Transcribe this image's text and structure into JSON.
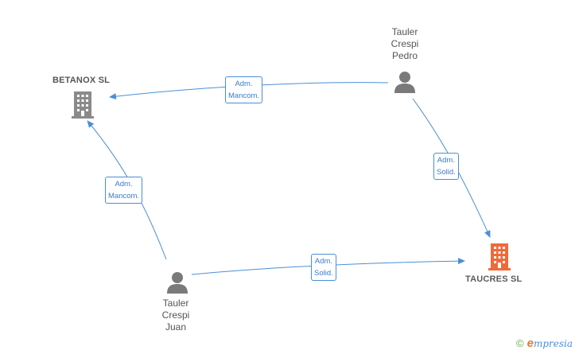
{
  "nodes": {
    "betanox": {
      "label": "BETANOX SL",
      "type": "company",
      "icon": "building-icon",
      "color": "#8a8a8a"
    },
    "taucres": {
      "label": "TAUCRES  SL",
      "type": "company",
      "icon": "building-icon",
      "color": "#ee6a3a"
    },
    "pedro": {
      "lines": [
        "Tauler",
        "Crespi",
        "Pedro"
      ],
      "type": "person",
      "icon": "person-icon",
      "color": "#7a7a7a"
    },
    "juan": {
      "lines": [
        "Tauler",
        "Crespi",
        "Juan"
      ],
      "type": "person",
      "icon": "person-icon",
      "color": "#7a7a7a"
    }
  },
  "edges": [
    {
      "from": "pedro",
      "to": "betanox",
      "label": [
        "Adm.",
        "Mancom."
      ]
    },
    {
      "from": "pedro",
      "to": "taucres",
      "label": [
        "Adm.",
        "Solid."
      ]
    },
    {
      "from": "juan",
      "to": "betanox",
      "label": [
        "Adm.",
        "Mancom."
      ]
    },
    {
      "from": "juan",
      "to": "taucres",
      "label": [
        "Adm.",
        "Solid."
      ]
    }
  ],
  "colors": {
    "edge": "#4a8fd6"
  },
  "footer": {
    "copyright": "©",
    "brand_initial": "e",
    "brand_rest": "mpresia"
  }
}
